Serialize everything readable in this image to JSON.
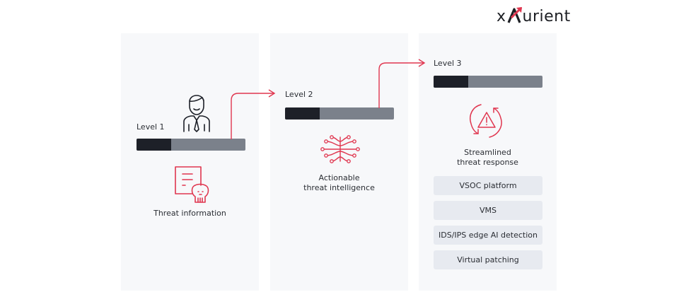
{
  "brand": {
    "name_prefix": "x",
    "name_suffix": "urient",
    "accent": "#e0364f"
  },
  "colors": {
    "bar_dark": "#1d2028",
    "bar_gray": "#7b818b",
    "panel_bg": "#f7f8fa",
    "chip_bg": "#e7eaf0"
  },
  "levels": [
    {
      "label": "Level 1",
      "progress": 0.32,
      "icon": "threat-document-skull-icon",
      "caption_lines": [
        "Threat information"
      ]
    },
    {
      "label": "Level 2",
      "progress": 0.32,
      "icon": "neural-network-brain-icon",
      "caption_lines": [
        "Actionable",
        "threat intelligence"
      ]
    },
    {
      "label": "Level 3",
      "progress": 0.32,
      "icon": "alert-cycle-icon",
      "caption_lines": [
        "Streamlined",
        "threat response"
      ]
    }
  ],
  "level1_figure_icon": "businessman-icon",
  "response_items": [
    "VSOC platform",
    "VMS",
    "IDS/IPS edge AI detection",
    "Virtual patching"
  ]
}
